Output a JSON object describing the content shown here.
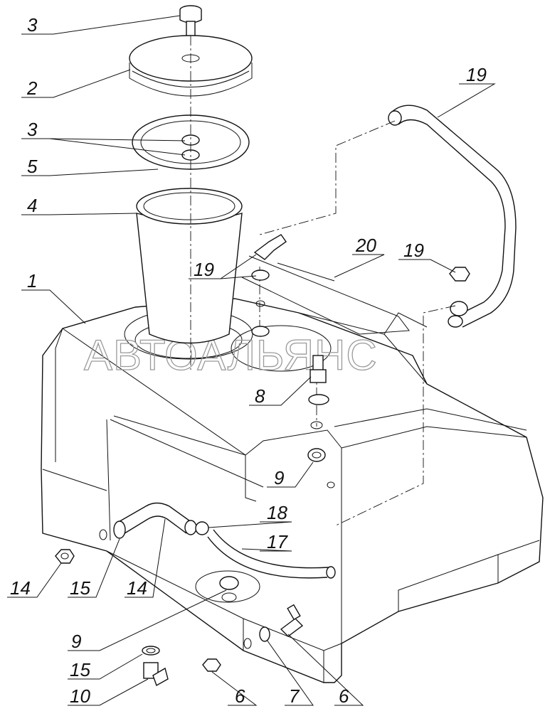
{
  "watermark": "АВТОАЛЬЯНС",
  "callouts": [
    {
      "id": "c1",
      "text": "3"
    },
    {
      "id": "c2",
      "text": "2"
    },
    {
      "id": "c3",
      "text": "3"
    },
    {
      "id": "c4",
      "text": "5"
    },
    {
      "id": "c5",
      "text": "4"
    },
    {
      "id": "c6",
      "text": "1"
    },
    {
      "id": "c7",
      "text": "19"
    },
    {
      "id": "c8",
      "text": "19"
    },
    {
      "id": "c9",
      "text": "20"
    },
    {
      "id": "c10",
      "text": "19"
    },
    {
      "id": "c11",
      "text": "8"
    },
    {
      "id": "c12",
      "text": "9"
    },
    {
      "id": "c13",
      "text": "18"
    },
    {
      "id": "c14",
      "text": "17"
    },
    {
      "id": "c15",
      "text": "14"
    },
    {
      "id": "c16",
      "text": "15"
    },
    {
      "id": "c17",
      "text": "14"
    },
    {
      "id": "c18",
      "text": "9"
    },
    {
      "id": "c19",
      "text": "15"
    },
    {
      "id": "c20",
      "text": "10"
    },
    {
      "id": "c21",
      "text": "6"
    },
    {
      "id": "c22",
      "text": "7"
    },
    {
      "id": "c23",
      "text": "6"
    }
  ]
}
